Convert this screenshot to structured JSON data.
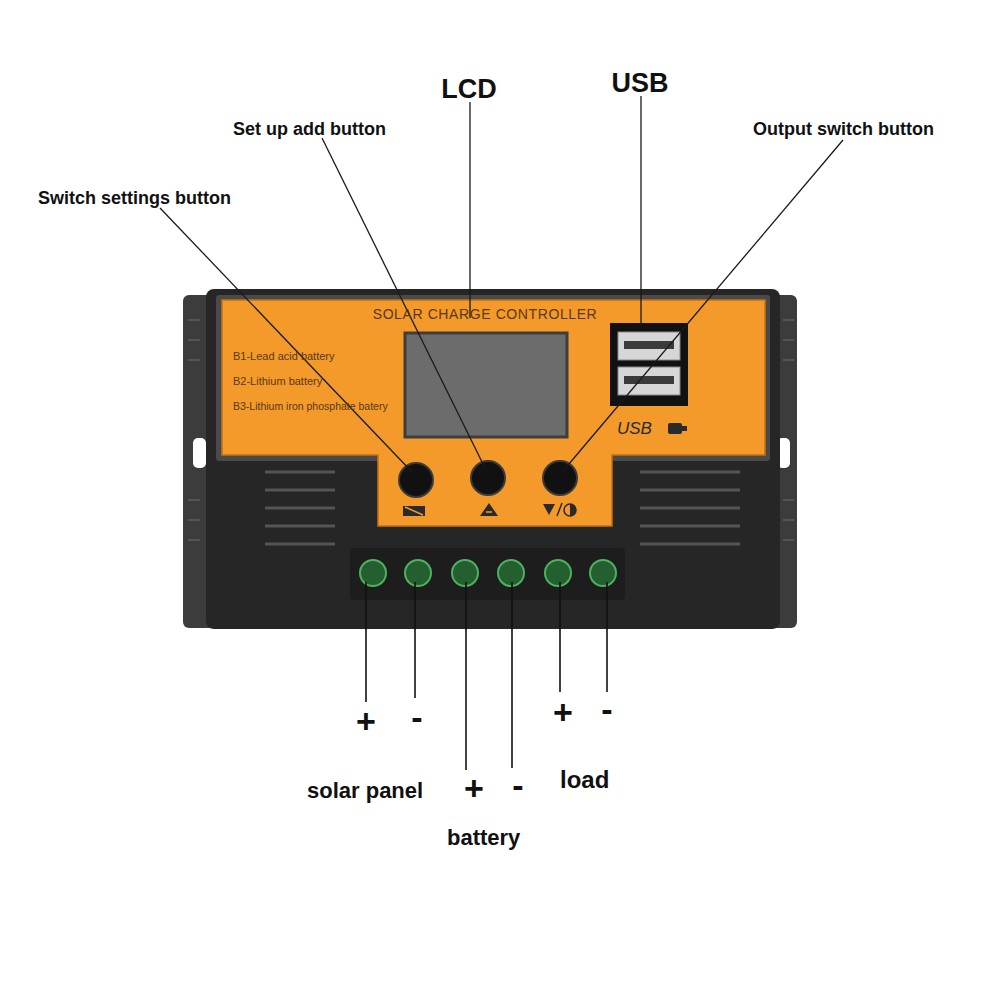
{
  "diagram": {
    "nodes": [
      {
        "text": [
          "SOLAR CHARGE CONTROLLER",
          "B1-Lead acid battery",
          "B2-Lithium battery",
          "B3-Lithium iron phosphate batery",
          "USB"
        ]
      }
    ],
    "labels": [
      "USB",
      "LCD",
      "Set up add button",
      "Output switch button",
      "Switch settings button",
      "+",
      "-",
      "+",
      "-",
      "load",
      "solar panel",
      "+",
      "-",
      "battery"
    ]
  }
}
